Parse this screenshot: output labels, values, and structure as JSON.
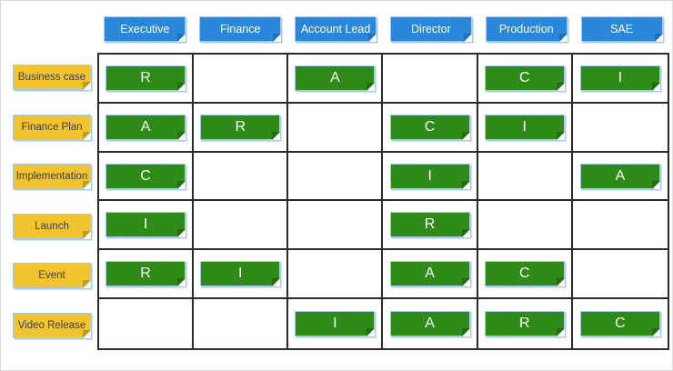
{
  "matrix": {
    "columns": [
      "Executive",
      "Finance",
      "Account Lead",
      "Director",
      "Production",
      "SAE"
    ],
    "rows": [
      {
        "label": "Business case",
        "cells": [
          "R",
          null,
          "A",
          null,
          "C",
          "I"
        ]
      },
      {
        "label": "Finance Plan",
        "cells": [
          "A",
          "R",
          null,
          "C",
          "I",
          null
        ]
      },
      {
        "label": "Implementation",
        "cells": [
          "C",
          null,
          null,
          "I",
          null,
          "A"
        ]
      },
      {
        "label": "Launch",
        "cells": [
          "I",
          null,
          null,
          "R",
          null,
          null
        ]
      },
      {
        "label": "Event",
        "cells": [
          "R",
          "I",
          null,
          "A",
          "C",
          null
        ]
      },
      {
        "label": "Video Release",
        "cells": [
          null,
          null,
          "I",
          "A",
          "R",
          "C"
        ]
      }
    ]
  },
  "colors": {
    "header_fill": "#2B87D9",
    "header_fold": "#1E6FBE",
    "badge_fill": "#2E8B17",
    "badge_fold": "#226E0D",
    "label_fill": "#F0C32F",
    "label_fold": "#C7991B",
    "note_border": "#A9CBEB",
    "grid_line": "#2B2B2B"
  }
}
